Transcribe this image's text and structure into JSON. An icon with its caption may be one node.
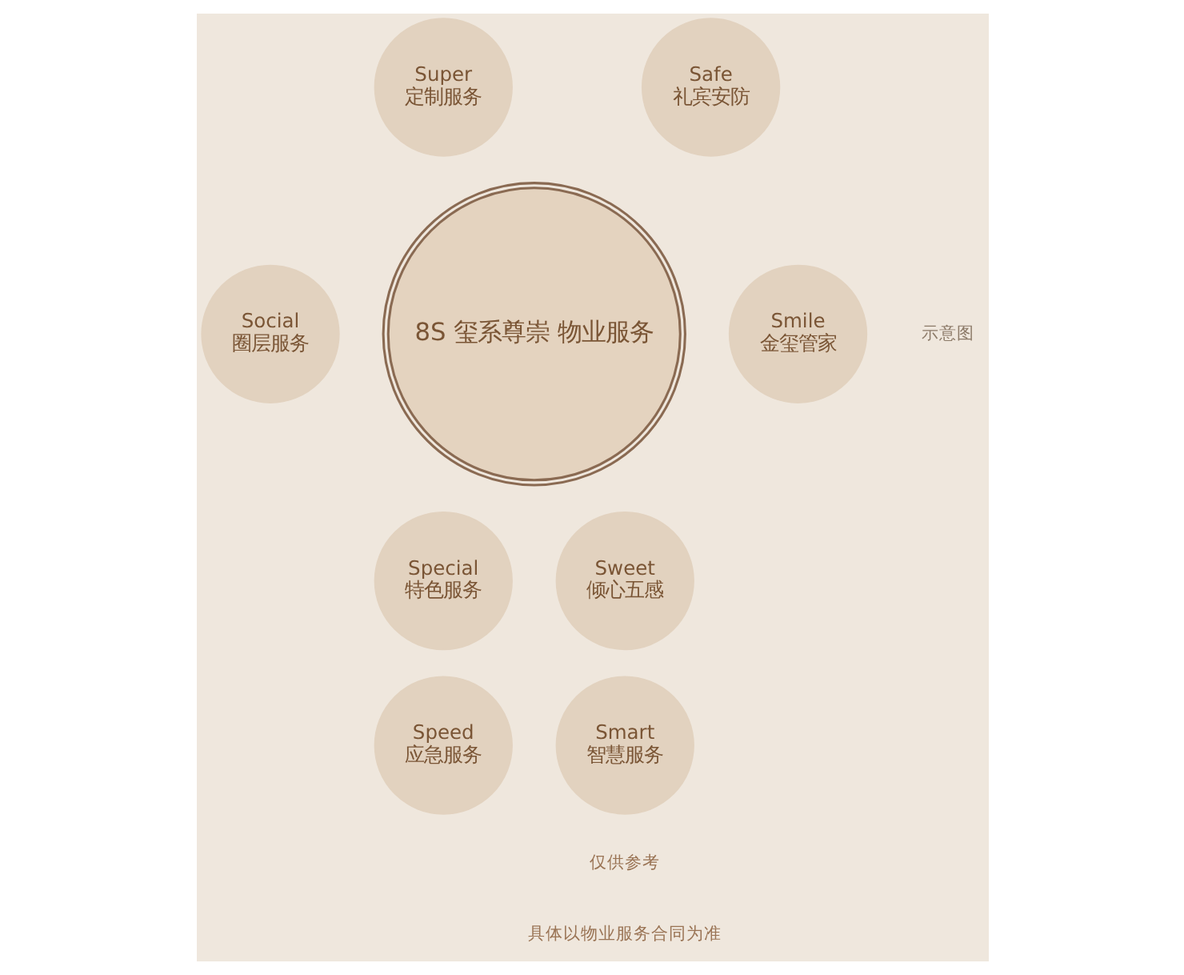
{
  "diagram": {
    "nodes": [
      {
        "text": [
          "8S 玺系尊崇 物业服务"
        ]
      },
      {
        "text": [
          "Safe",
          "礼宾安防"
        ]
      },
      {
        "text": [
          "Smile",
          "金玺管家"
        ]
      },
      {
        "text": [
          "Sweet",
          "倾心五感"
        ]
      },
      {
        "text": [
          "Smart",
          "智慧服务"
        ]
      },
      {
        "text": [
          "Speed",
          "应急服务"
        ]
      },
      {
        "text": [
          "Special",
          "特色服务"
        ]
      },
      {
        "text": [
          "Social",
          "圈层服务"
        ]
      },
      {
        "text": [
          "Super",
          "定制服务"
        ]
      }
    ],
    "edges": [],
    "labels": [
      "示意图",
      "仅供参考",
      "具体以物业服务合同为准"
    ]
  }
}
